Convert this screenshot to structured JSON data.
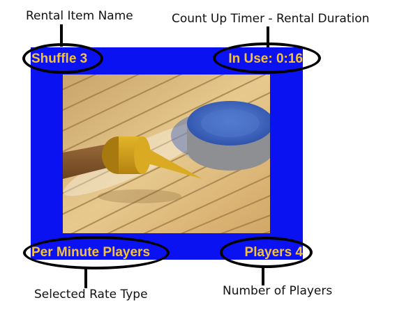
{
  "annotations": {
    "item_name": "Rental Item Name",
    "timer": "Count Up Timer - Rental Duration",
    "rate_type": "Selected Rate Type",
    "players": "Number of Players"
  },
  "screen": {
    "item_name": "Shuffle 3",
    "timer": "In Use: 0:16",
    "rate_type": "Per Minute Players",
    "players": "Players 4"
  },
  "colors": {
    "frame_bg": "#0b12f2",
    "frame_text": "#f5c13a",
    "annotation_ring": "#000000"
  },
  "image": {
    "subject": "shuffleboard-puck-and-cue"
  }
}
